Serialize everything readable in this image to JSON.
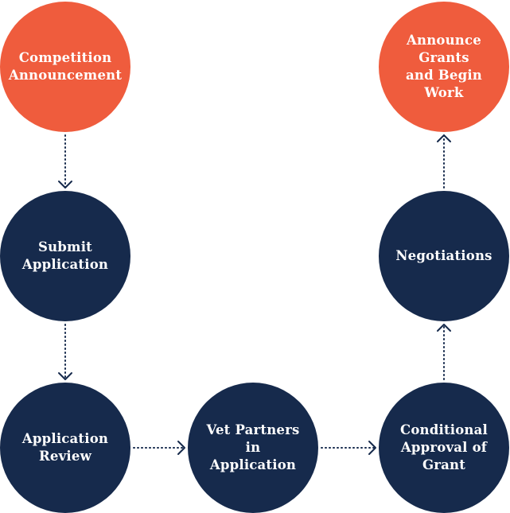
{
  "colors": {
    "accent": "#EF5C3D",
    "primary": "#162A4C",
    "connector": "#162A4C",
    "text_on_node": "#FFFFFF"
  },
  "nodes": [
    {
      "id": "competition-announcement",
      "label": "Competition\nAnnouncement",
      "style": "accent"
    },
    {
      "id": "submit-application",
      "label": "Submit\nApplication",
      "style": "primary"
    },
    {
      "id": "application-review",
      "label": "Application\nReview",
      "style": "primary"
    },
    {
      "id": "vet-partners",
      "label": "Vet Partners in\nApplication",
      "style": "primary"
    },
    {
      "id": "conditional-approval",
      "label": "Conditional\nApproval of\nGrant",
      "style": "primary"
    },
    {
      "id": "negotiations",
      "label": "Negotiations",
      "style": "primary"
    },
    {
      "id": "announce-grants",
      "label": "Announce\nGrants\nand Begin\nWork",
      "style": "accent"
    }
  ],
  "edges": [
    {
      "from": "competition-announcement",
      "to": "submit-application"
    },
    {
      "from": "submit-application",
      "to": "application-review"
    },
    {
      "from": "application-review",
      "to": "vet-partners"
    },
    {
      "from": "vet-partners",
      "to": "conditional-approval"
    },
    {
      "from": "conditional-approval",
      "to": "negotiations"
    },
    {
      "from": "negotiations",
      "to": "announce-grants"
    }
  ]
}
